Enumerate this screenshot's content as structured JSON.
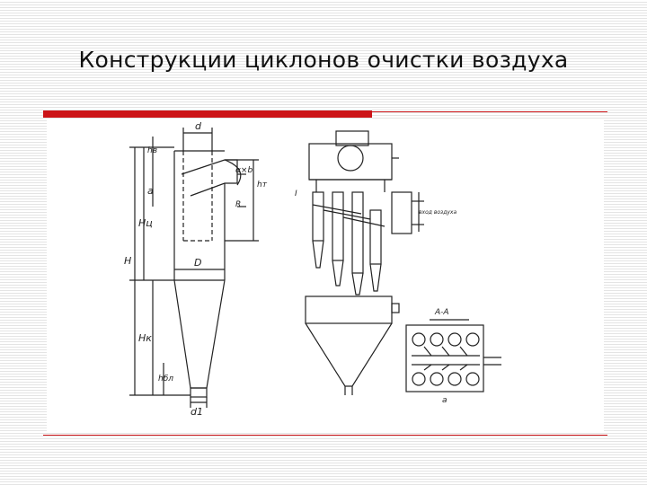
{
  "slide": {
    "title": "Конструкции циклонов очистки воздуха"
  },
  "figure": {
    "left_labels": {
      "d": "d",
      "hv": "hв",
      "a": "a",
      "Hc": "Hц",
      "H": "H",
      "D": "D",
      "Hk": "Hк",
      "hbun": "hбл",
      "d1": "d1",
      "alpha": "α×b",
      "R": "R",
      "ht": "hт"
    },
    "right_labels": {
      "i": "I",
      "section": "А-А",
      "letter_a": "а",
      "side_text": "вход воздуха"
    }
  },
  "colors": {
    "accent_red": "#cc1418",
    "line": "#222222"
  }
}
